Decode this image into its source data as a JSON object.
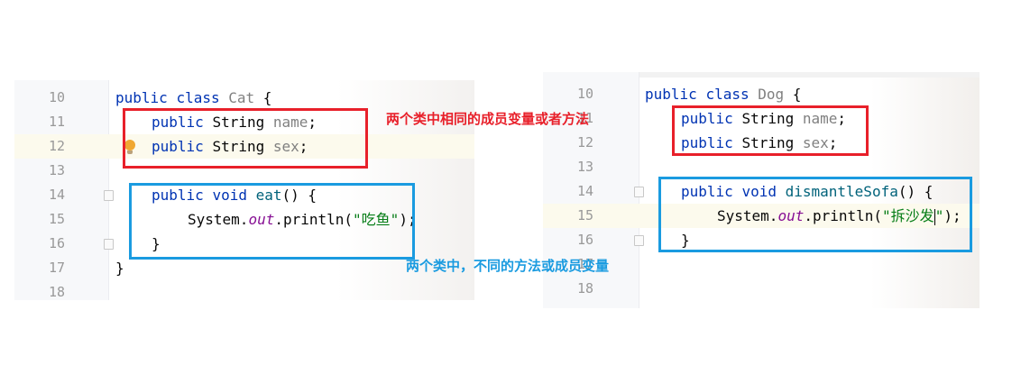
{
  "left_editor": {
    "lines": [
      {
        "num": "10"
      },
      {
        "num": "11"
      },
      {
        "num": "12"
      },
      {
        "num": "13"
      },
      {
        "num": "14"
      },
      {
        "num": "15"
      },
      {
        "num": "16"
      },
      {
        "num": "17"
      },
      {
        "num": "18"
      }
    ],
    "class_decl": {
      "kw1": "public",
      "kw2": "class",
      "name": "Cat",
      "brace": "{"
    },
    "field1": {
      "kw": "public",
      "type": "String",
      "name": "name",
      "end": ";"
    },
    "field2": {
      "kw": "public",
      "type": "String",
      "name": "sex",
      "end": ";"
    },
    "method": {
      "kw1": "public",
      "kw2": "void",
      "name": "eat",
      "sig": "() {"
    },
    "print": {
      "obj": "System.",
      "field": "out",
      "call": ".println(",
      "str": "\"吃鱼\"",
      "end": ");"
    },
    "close_method": "}",
    "close_class": "}"
  },
  "right_editor": {
    "lines": [
      {
        "num": "10"
      },
      {
        "num": "11"
      },
      {
        "num": "12"
      },
      {
        "num": "13"
      },
      {
        "num": "14"
      },
      {
        "num": "15"
      },
      {
        "num": "16"
      },
      {
        "num": "17"
      },
      {
        "num": "18"
      }
    ],
    "class_decl": {
      "kw1": "public",
      "kw2": "class",
      "name": "Dog",
      "brace": "{"
    },
    "field1": {
      "kw": "public",
      "type": "String",
      "name": "name",
      "end": ";"
    },
    "field2": {
      "kw": "public",
      "type": "String",
      "name": "sex",
      "end": ";"
    },
    "method": {
      "kw1": "public",
      "kw2": "void",
      "name": "dismantleSofa",
      "sig": "() {"
    },
    "print": {
      "obj": "System.",
      "field": "out",
      "call": ".println(",
      "str_a": "\"拆沙发",
      "str_b": "\"",
      "end": ");"
    },
    "close_method": "}"
  },
  "annotations": {
    "same": "两个类中相同的成员变量或者方法",
    "different": "两个类中，不同的方法或成员变量"
  },
  "colors": {
    "red_box": "#e8202a",
    "blue_box": "#1a9be0",
    "keyword": "#0033b3",
    "string": "#067d17",
    "field": "#871094"
  }
}
